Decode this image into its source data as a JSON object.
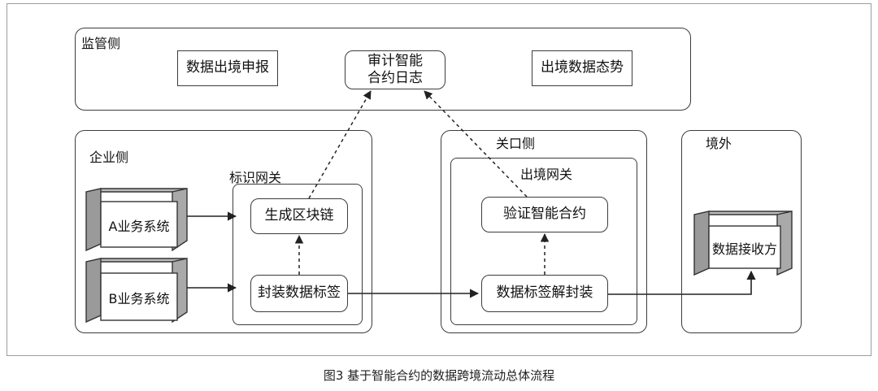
{
  "caption": "图3 基于智能合约的数据跨境流动总体流程",
  "zones": {
    "supervisor": "监管侧",
    "enterprise": "企业侧",
    "identity_gateway": "标识网关",
    "customs": "关口侧",
    "exit_gateway": "出境网关",
    "overseas": "境外"
  },
  "nodes": {
    "declare": "数据出境申报",
    "audit_line1": "审计智能",
    "audit_line2": "合约日志",
    "situation": "出境数据态势",
    "system_a": "A业务系统",
    "system_b": "B业务系统",
    "gen_block": "生成区块链",
    "seal_label": "封装数据标签",
    "verify": "验证智能合约",
    "unseal": "数据标签解封装",
    "receiver": "数据接收方"
  }
}
